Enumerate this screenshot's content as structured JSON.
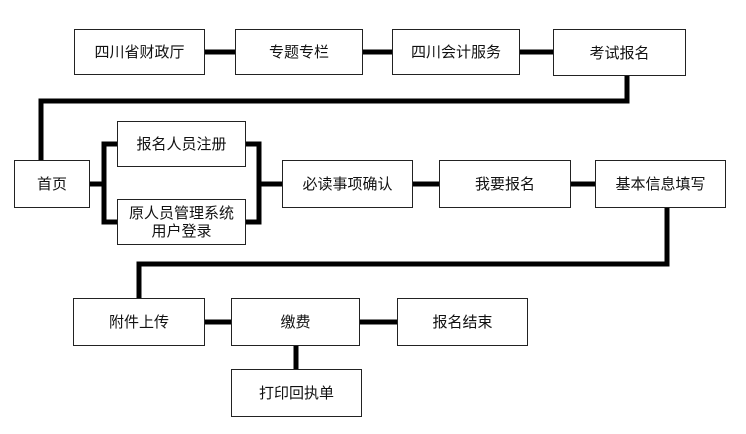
{
  "nodes": {
    "finance_dept": "四川省财政厅",
    "special_column": "专题专栏",
    "sichuan_accounting": "四川会计服务",
    "exam_registration": "考试报名",
    "home": "首页",
    "new_user_register": "报名人员注册",
    "existing_user_login": "原人员管理系统\n用户登录",
    "notice_confirm": "必读事项确认",
    "i_want_register": "我要报名",
    "basic_info": "基本信息填写",
    "upload_attachment": "附件上传",
    "payment": "缴费",
    "registration_end": "报名结束",
    "print_receipt": "打印回执单"
  },
  "colors": {
    "line": "#000000",
    "border": "#222222",
    "background": "#ffffff"
  }
}
